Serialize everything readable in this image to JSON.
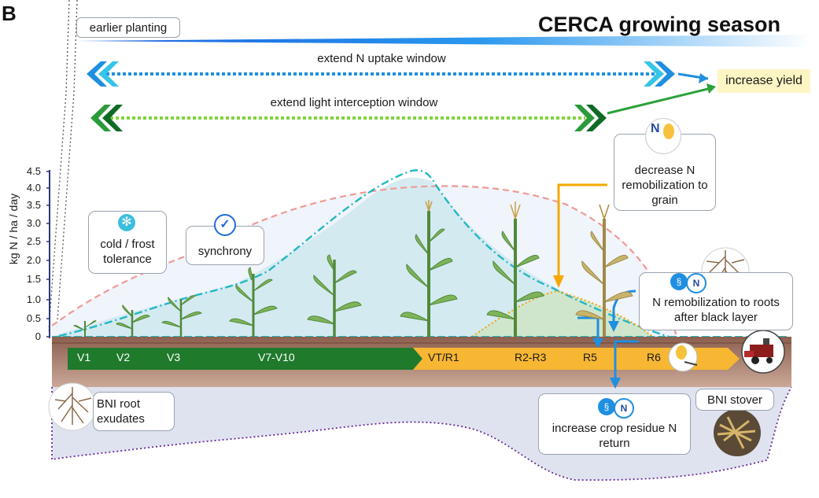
{
  "panel_letter": "B",
  "season_title": "CERCA growing season",
  "earlier_planting": "earlier planting",
  "uptake_window": "extend N uptake window",
  "light_window": "extend light interception window",
  "increase_yield": "increase yield",
  "decrease_remob": "decrease N remobilization to grain",
  "cold_tolerance": "cold / frost tolerance",
  "synchrony": "synchrony",
  "remob_roots": "N remobilization to roots after black layer",
  "bni_root": "BNI root exudates",
  "bni_stover": "BNI stover",
  "residue": "increase crop residue N return",
  "n_symbol": "N",
  "y_axis_label": "kg N / ha / day",
  "y_ticks": [
    "4.5",
    "4.0",
    "3.5",
    "3.0",
    "2.5",
    "2.0",
    "1.5",
    "1.0",
    "0.5",
    "0"
  ],
  "stages_vegetative": [
    "V1",
    "V2",
    "V3",
    "V7-V10"
  ],
  "stages_reproductive": [
    "VT/R1",
    "R2-R3",
    "R5",
    "R6"
  ],
  "colors": {
    "vegetative_bar": "#1f7a2c",
    "reproductive_bar": "#f7b733",
    "soil": "#b48a7a",
    "uptake_arrow": "#1f8fe0",
    "light_arrow": "#4cb83a",
    "yield_box": "#fdf5c4",
    "remob_arrow": "#f5a800",
    "curve_pink": "#f09a96",
    "curve_teal": "#22b8c4"
  },
  "icons": [
    "snowflake-icon",
    "checkmark-icon",
    "kernel-icon",
    "microbe-icon",
    "root-icon",
    "harvester-icon",
    "stover-icon",
    "maize-plant-icon"
  ]
}
